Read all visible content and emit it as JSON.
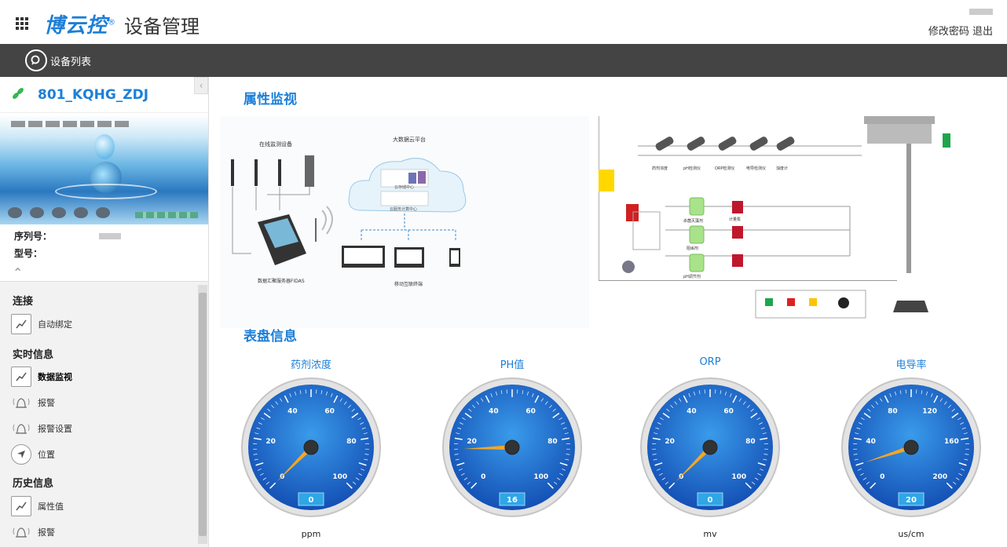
{
  "header": {
    "brand": "博云控",
    "brand_mark": "®",
    "subtitle": "设备管理",
    "change_password": "修改密码",
    "logout": "退出"
  },
  "toolbar": {
    "device_list": "设备列表"
  },
  "sidebar": {
    "device_name": "801_KQHG_ZDJ",
    "serial_label": "序列号：",
    "model_label": "型号：",
    "sections": [
      {
        "title": "连接",
        "items": [
          {
            "label": "自动绑定",
            "icon": "trend-icon"
          }
        ]
      },
      {
        "title": "实时信息",
        "items": [
          {
            "label": "数据监视",
            "icon": "trend-icon"
          },
          {
            "label": "报警",
            "icon": "bell-icon"
          },
          {
            "label": "报警设置",
            "icon": "bell-icon"
          },
          {
            "label": "位置",
            "icon": "location-icon"
          }
        ]
      },
      {
        "title": "历史信息",
        "items": [
          {
            "label": "属性值",
            "icon": "trend-icon"
          },
          {
            "label": "报警",
            "icon": "bell-icon"
          }
        ]
      }
    ]
  },
  "main": {
    "property_title": "属性监视",
    "dial_title": "表盘信息",
    "arch_labels": {
      "online_equipment": "在线监测设备",
      "cloud_platform": "大数据云平台",
      "cloud_storage": "云存储中心",
      "cloud_service": "云服务计算中心",
      "data_server": "数据汇聚服务器FIDAS",
      "mobile_terminal": "移动互联终端"
    },
    "process_labels": {
      "dose": "药剂浓度",
      "ph": "pH检测仪",
      "orp": "ORP检测仪",
      "conductivity": "电导检测仪",
      "turbidity": "浊度计",
      "pump": "计量泵",
      "agent1": "杀菌灭藻剂",
      "agent2": "阻垢剂",
      "agent3": "pH调节剂"
    },
    "gauges": [
      {
        "title": "药剂浓度",
        "unit": "ppm",
        "value": 0,
        "min": 0,
        "max": 100,
        "ticks": [
          0,
          20,
          40,
          60,
          80,
          100
        ]
      },
      {
        "title": "PH值",
        "unit": "",
        "value": 16,
        "min": 0,
        "max": 100,
        "ticks": [
          0,
          20,
          40,
          60,
          80,
          100
        ]
      },
      {
        "title": "ORP",
        "unit": "mv",
        "value": 0,
        "min": 0,
        "max": 100,
        "ticks": [
          0,
          20,
          40,
          60,
          80,
          100
        ]
      },
      {
        "title": "电导率",
        "unit": "us/cm",
        "value": 20,
        "min": 0,
        "max": 200,
        "ticks": [
          0,
          40,
          80,
          120,
          160,
          200
        ]
      }
    ]
  }
}
